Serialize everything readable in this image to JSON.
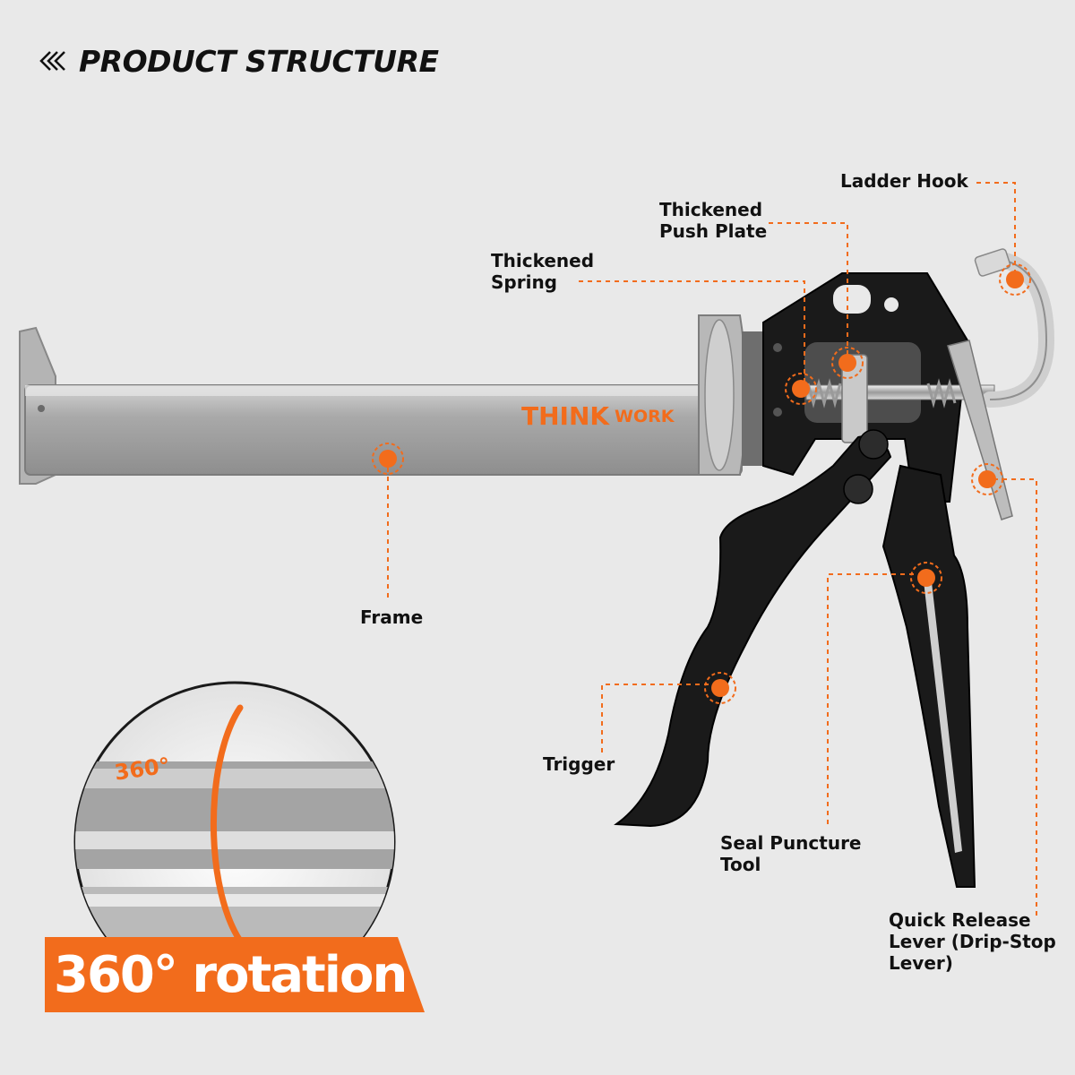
{
  "header": {
    "icon": "double-chevron-left-icon",
    "title": "PRODUCT STRUCTURE"
  },
  "brand": {
    "think": "THINK",
    "work": "WORK",
    "color": "#f26c1c"
  },
  "labels": {
    "ladder_hook": "Ladder Hook",
    "push_plate_line1": "Thickened",
    "push_plate_line2": "Push Plate",
    "spring_line1": "Thickened",
    "spring_line2": "Spring",
    "frame": "Frame",
    "trigger": "Trigger",
    "seal_line1": "Seal Puncture",
    "seal_line2": "Tool",
    "release_line1": "Quick Release",
    "release_line2": "Lever (Drip-Stop",
    "release_line3": "Lever)"
  },
  "inset": {
    "degree_label": "360°",
    "badge": "360° rotation"
  },
  "colors": {
    "accent": "#f26c1c",
    "background": "#e9e9e9",
    "frame_grey": "#a9a9a9",
    "black_parts": "#1a1a1a"
  }
}
